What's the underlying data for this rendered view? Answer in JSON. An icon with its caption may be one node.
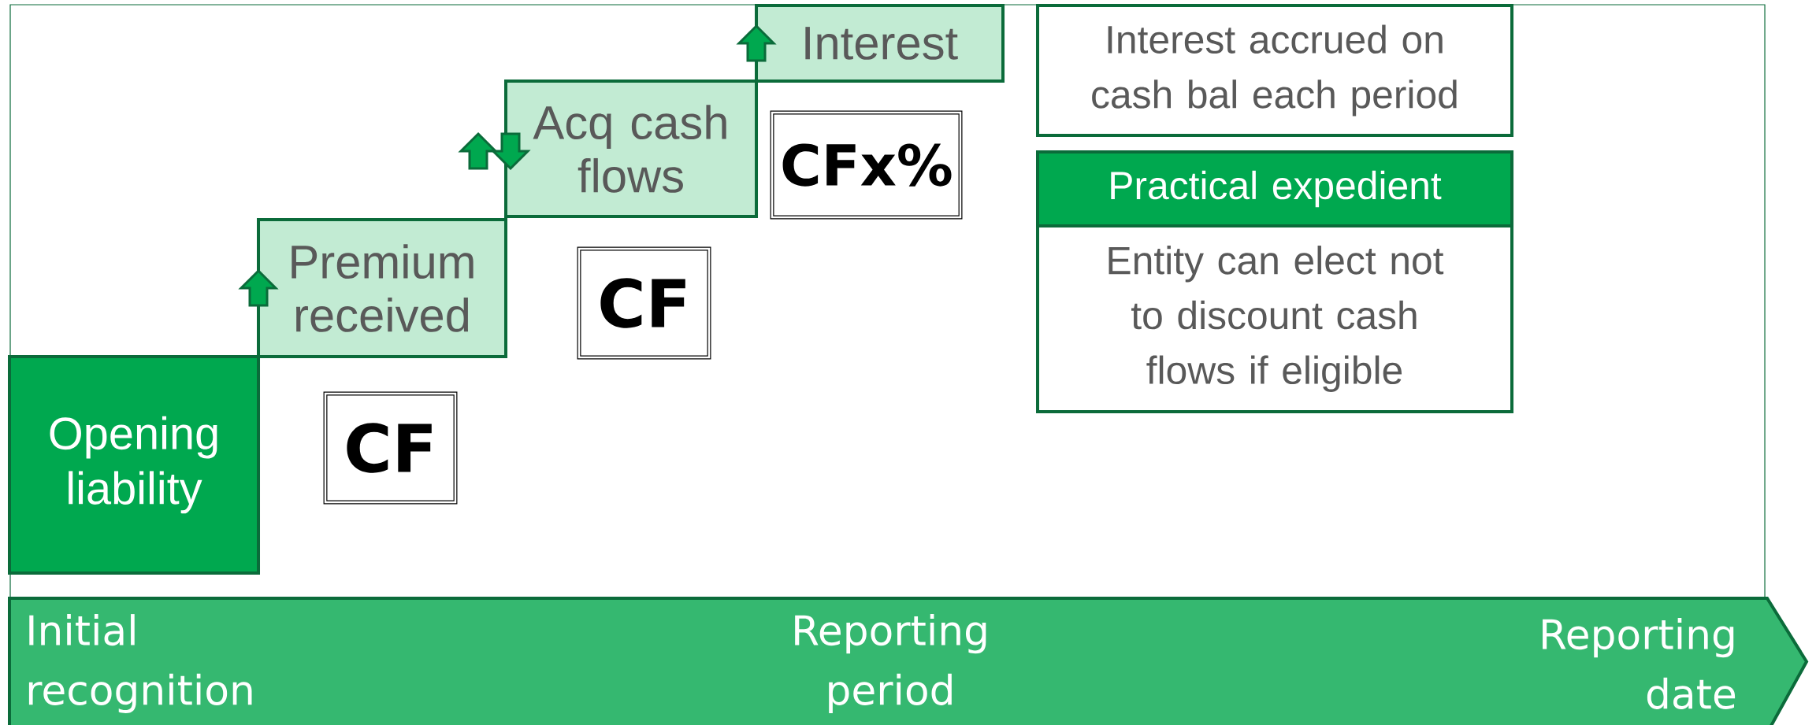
{
  "diagram": {
    "nodes": [
      {
        "text": [
          "Opening liability"
        ]
      },
      {
        "text": [
          "CF"
        ]
      },
      {
        "text": [
          "Premium received"
        ]
      },
      {
        "text": [
          "CF"
        ]
      },
      {
        "text": [
          "Acq cash flows"
        ]
      },
      {
        "text": [
          "CFx%"
        ]
      },
      {
        "text": [
          "Interest"
        ]
      },
      {
        "text": [
          "Interest accrued on cash bal each period"
        ]
      },
      {
        "text": [
          "Practical expedient",
          "Entity can elect not to discount cash flows if eligible"
        ]
      },
      {
        "text": [
          "Initial recognition",
          "Reporting period",
          "Reporting date"
        ]
      }
    ],
    "edges": [
      {
        "from": 0,
        "to": 2,
        "arrow": "to"
      },
      {
        "from": 2,
        "to": 4,
        "arrow": "to"
      },
      {
        "from": 2,
        "to": 4,
        "arrow": "to"
      },
      {
        "from": 4,
        "to": 6,
        "arrow": "to"
      }
    ]
  }
}
